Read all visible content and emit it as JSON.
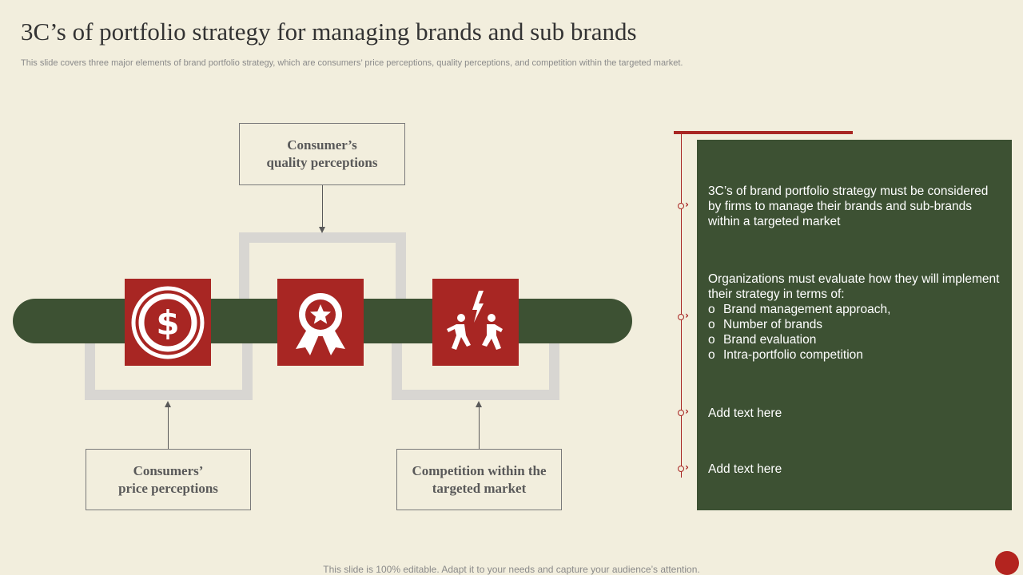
{
  "header": {
    "title": "3C’s of portfolio strategy for managing brands and sub brands",
    "subtitle": "This slide covers three major elements of brand portfolio strategy, which are consumers’ price perceptions, quality perceptions, and  competition within the targeted market."
  },
  "diagram": {
    "top_label": "Consumer’s\nquality perceptions",
    "left_label": "Consumers’\nprice perceptions",
    "right_label": "Competition within the\ntargeted market",
    "icons": [
      "dollar-coin-icon",
      "award-badge-icon",
      "competition-icon"
    ]
  },
  "panel": {
    "item1": "3C’s of brand portfolio strategy must be considered by firms to manage their brands and sub-brands within a targeted market",
    "item2_intro": "Organizations must evaluate how they will implement their strategy in terms of:",
    "item2_bullet_glyph": "o",
    "item2_subitems": [
      "Brand management approach,",
      "Number of brands",
      "Brand evaluation",
      "Intra-portfolio  competition"
    ],
    "item3": "Add text here",
    "item4": "Add text here"
  },
  "footer": {
    "note": "This slide is 100% editable. Adapt it to your needs and capture your audience’s attention."
  },
  "colors": {
    "background": "#f2eedd",
    "green": "#3d5133",
    "red": "#a82623",
    "gray_frame": "#d8d6d2"
  }
}
